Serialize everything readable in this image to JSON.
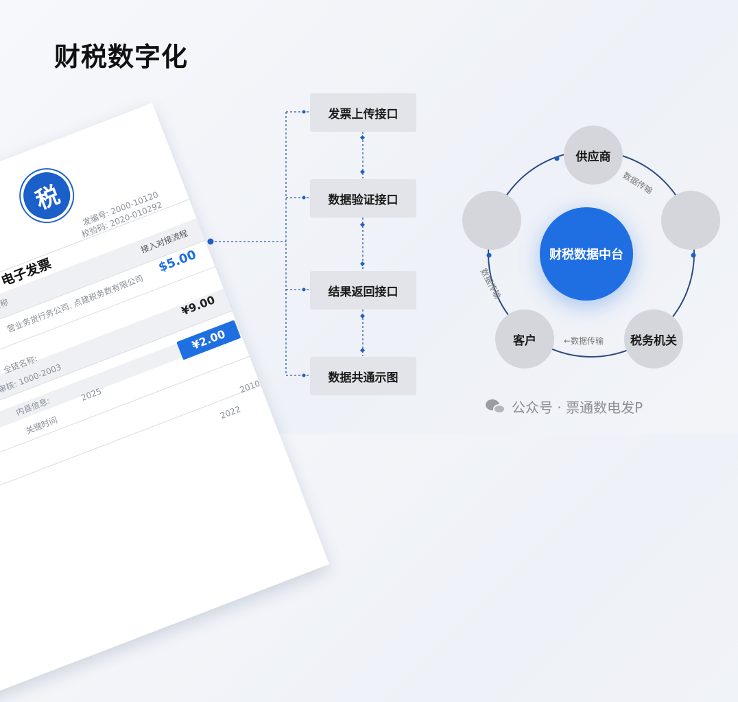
{
  "title": "财税数字化",
  "invoice": {
    "logo_char": "税",
    "invoice_no": "发编号: 2000-10120",
    "check_code": "校验码: 2020-010292",
    "process": "接入对接流程",
    "heading": "电子发票",
    "amount_usd": "$5.00",
    "name_label": "名称",
    "company": "营业务货行务公司, 点建税务数有限公司",
    "amount_1": "¥9.00",
    "amount_2": "¥2.00",
    "chain_label": "全链名称:",
    "audit": "审核: 1000-2003",
    "inner_label": "内县信息:",
    "year": "2025",
    "key_time": "关键时间",
    "date_a": "2022",
    "date_b": "2010"
  },
  "flow": {
    "steps": [
      "发票上传接口",
      "数据验证接口",
      "结果返回接口",
      "数据共通示图"
    ]
  },
  "cycle": {
    "center": "财税数据中台",
    "nodes": [
      "供应商",
      "",
      "税务机关",
      "客户",
      ""
    ],
    "edge_labels": [
      "数据传输",
      "←数据传输",
      "数据传输"
    ]
  },
  "watermark": "公众号 · 票通数电发P",
  "colors": {
    "accent": "#1f6fe2",
    "dark_line": "#2b4a7e",
    "node": "#d4d6db"
  }
}
